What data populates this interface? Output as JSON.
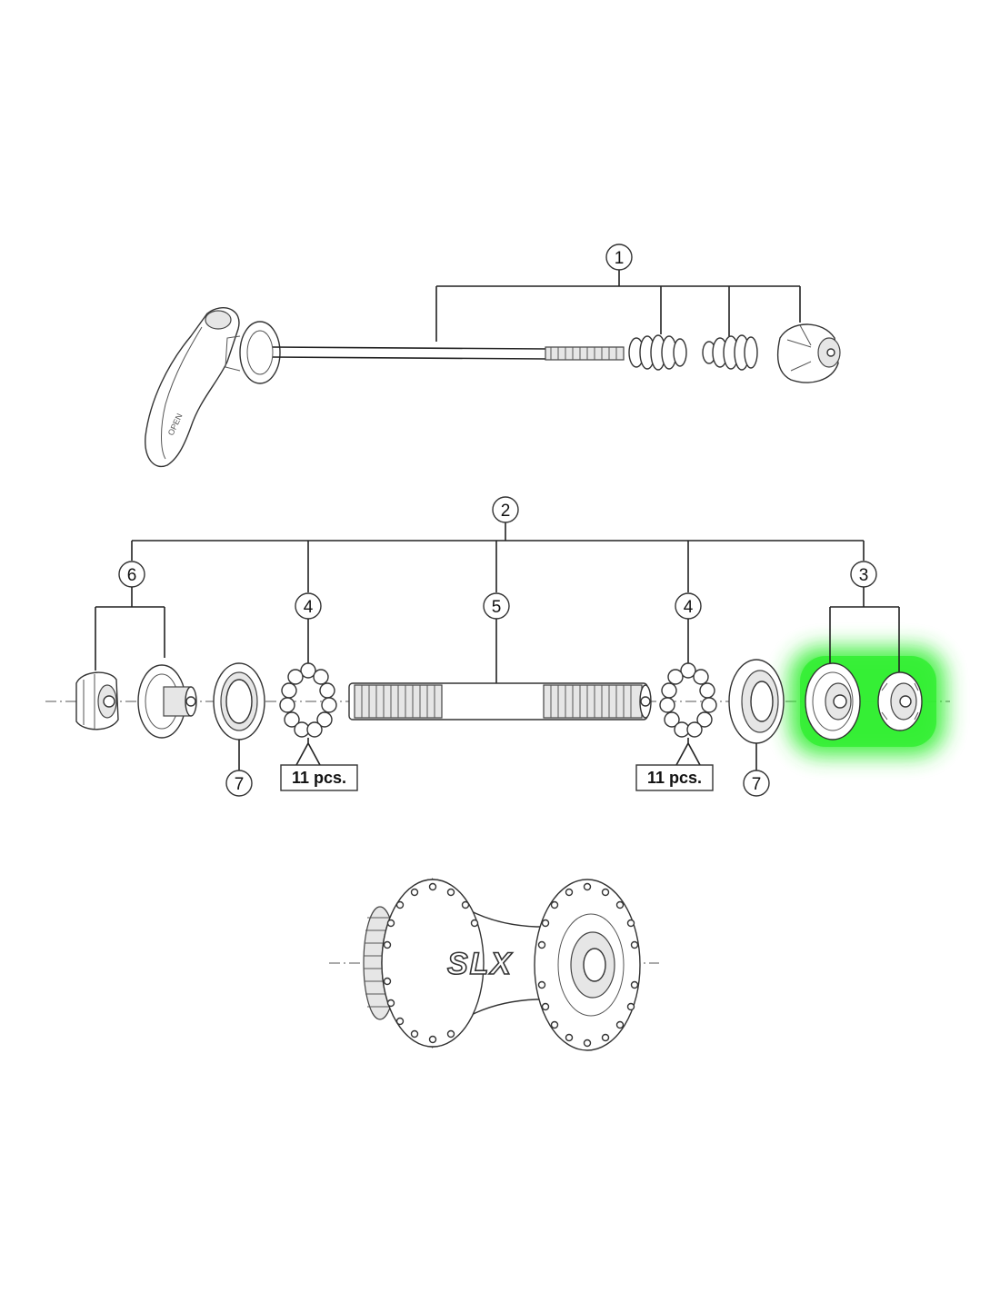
{
  "callouts": {
    "c1": "1",
    "c2": "2",
    "c3": "3",
    "c4_left": "4",
    "c4_right": "4",
    "c5": "5",
    "c6": "6",
    "c7_left": "7",
    "c7_right": "7"
  },
  "quantity_labels": {
    "left": "11 pcs.",
    "right": "11 pcs."
  },
  "lever_text": "OPEN",
  "hub_logo": "SLX",
  "colors": {
    "highlight": "#33ee33",
    "line": "#222222",
    "part_fill": "#ffffff",
    "shade": "#e6e6e6"
  },
  "icons": {
    "quick-release-lever": "lever-icon",
    "spring": "spring-icon",
    "adjusting-nut": "nut-icon",
    "bearing-balls": "ball-retainer-icon",
    "hub-body": "hub-icon"
  }
}
